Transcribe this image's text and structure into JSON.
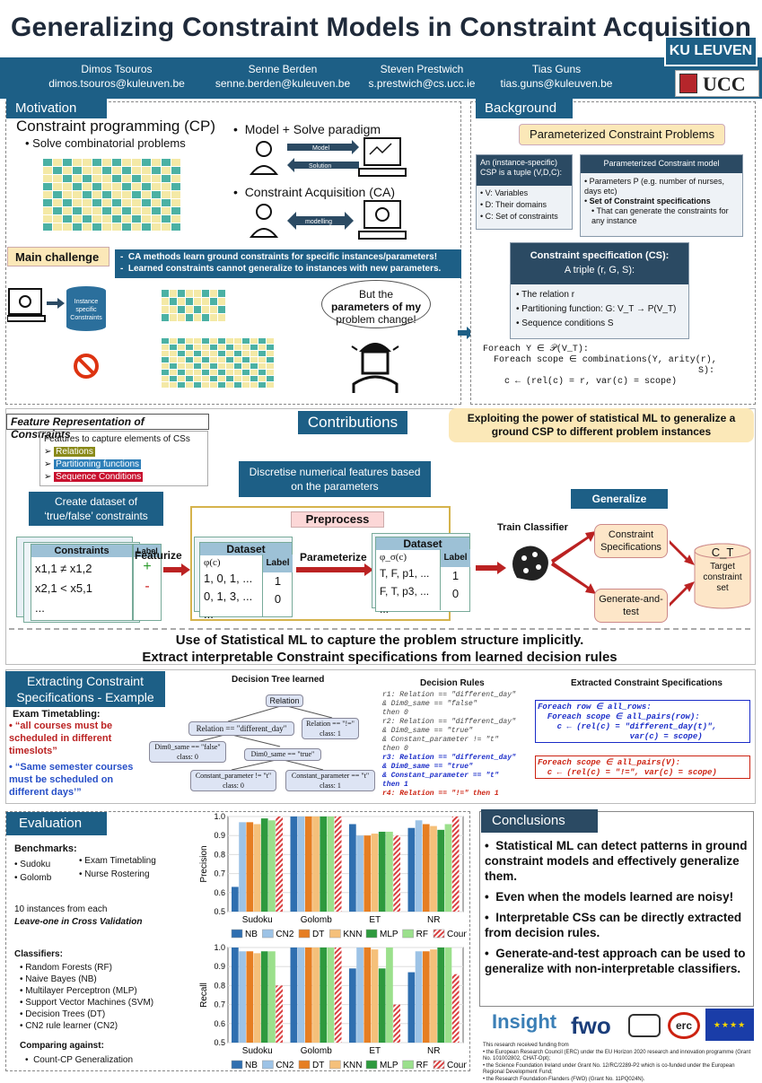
{
  "title": "Generalizing Constraint Models in Constraint Acquisition",
  "authors": [
    {
      "name": "Dimos Tsouros",
      "email": "dimos.tsouros@kuleuven.be"
    },
    {
      "name": "Senne Berden",
      "email": "senne.berden@kuleuven.be"
    },
    {
      "name": "Steven Prestwich",
      "email": "s.prestwich@cs.ucc.ie"
    },
    {
      "name": "Tias Guns",
      "email": "tias.guns@kuleuven.be"
    }
  ],
  "logos": {
    "kul": "KU LEUVEN",
    "ucc": "UCC",
    "insight": "Insight",
    "fwo": "fwo",
    "erc": "erc"
  },
  "motivation": {
    "heading": "Motivation",
    "cp_title": "Constraint programming (CP)",
    "cp_bullet": "Solve combinatorial problems",
    "paradigm": "Model + Solve paradigm",
    "model": "Model",
    "solution": "Solution",
    "ca": "Constraint Acquisition (CA)",
    "modelling": "modelling",
    "main_challenge": "Main challenge",
    "challenge_1": "CA methods learn ground constraints for specific instances/parameters!",
    "challenge_2": "Learned constraints cannot generalize to instances with new parameters.",
    "instance_db": "Instance specific Constraints",
    "speech": [
      "But the",
      "parameters of my",
      "problem change!"
    ],
    "speech_bold": "parameters"
  },
  "background": {
    "heading": "Background",
    "pcp": "Parameterized Constraint Problems",
    "csp_head": "An (instance-specific) CSP is a tuple (V,D,C):",
    "csp_items": [
      "V: Variables",
      "D: Their domains",
      "C: Set of constraints"
    ],
    "pcm_head": "Parameterized Constraint model",
    "pcm_items": [
      "Parameters P (e.g. number of nurses, days etc)",
      "Set of Constraint specifications"
    ],
    "pcm_sub": "That can generate the constraints for any instance",
    "cs_head": "Constraint specification (CS):",
    "cs_sub": "A triple (r, G, S):",
    "cs_items": [
      "The relation r",
      "Partitioning function: G: V_T → P(V_T)",
      "Sequence conditions S"
    ],
    "code": [
      "Foreach Y ∈ 𝒫(V_T):",
      "  Foreach scope ∈ combinations(Y, arity(r),",
      "                                        S):",
      "    c ← (rel(c) = r, var(c) = scope)"
    ]
  },
  "contributions": {
    "heading": "Contributions",
    "feat_title": "Feature Representation of Constraints",
    "feat_desc": "Features to capture elements of CSs",
    "feat_items": [
      "Relations",
      "Partitioning functions",
      "Sequence Conditions"
    ],
    "exploit": "Exploiting the power of statistical ML to generalize a ground CSP to different problem instances",
    "discretise": "Discretise numerical features based on the parameters",
    "create": "Create dataset of ‘true/false’ constraints",
    "constraints": "Constraints",
    "label": "Label",
    "c_rows": [
      [
        "x1,1 ≠ x1,2",
        "+"
      ],
      [
        "x2,1 < x5,1",
        "-"
      ],
      [
        "...",
        ""
      ]
    ],
    "featurize": "Featurize",
    "preprocess": "Preprocess",
    "dataset": "Dataset",
    "phi": "φ(c)",
    "phi_p": "φ_σ(c)",
    "ds_rows": [
      [
        "1, 0, 1, ...",
        "1"
      ],
      [
        "0, 1, 3, ...",
        "0"
      ],
      [
        "...",
        ""
      ]
    ],
    "parameterize": "Parameterize",
    "pds_rows": [
      [
        "T, F, p1, ...",
        "1"
      ],
      [
        "F, T, p3, ...",
        "0"
      ],
      [
        "...",
        ""
      ]
    ],
    "train": "Train Classifier",
    "generalize": "Generalize",
    "cspecs": "Constraint Specifications",
    "gentest": "Generate-and-test",
    "target": "C_T",
    "target_sub": "Target constraint set",
    "statement_1": "Use of Statistical ML to capture the problem structure implicitly.",
    "statement_2": "Extract interpretable  Constraint specifications from learned decision rules"
  },
  "extracting": {
    "heading": "Extracting Constraint Specifications - Example",
    "exam": "Exam Timetabling:",
    "q1": "“all courses must be scheduled in different timeslots”",
    "q2": "“Same semester courses must be scheduled on different days’”",
    "dt_title": "Decision Tree learned",
    "nodes": [
      "Relation",
      "Relation == \"different_day\"",
      "Relation == \"!=\"",
      "class: 1",
      "Dim0_same == \"false\"",
      "class: 0",
      "Dim0_same == \"true\"",
      "Constant_parameter != \"t\"",
      "class: 0",
      "Constant_parameter == \"t\"",
      "class: 1"
    ],
    "rules_title": "Decision Rules",
    "rules": [
      "r1: Relation == \"different_day\"",
      "& Dim0_same == \"false\"",
      "then 0",
      "r2: Relation == \"different_day\"",
      "& Dim0_same == \"true\"",
      "& Constant_parameter != \"t\"",
      "then 0",
      "r3: Relation == \"different_day\"",
      "& Dim0_same == \"true\"",
      "& Constant_parameter == \"t\"",
      "then 1",
      "r4: Relation == \"!=\" then 1"
    ],
    "spec_title": "Extracted Constraint Specifications",
    "spec1": [
      "Foreach row ∈ all_rows:",
      "  Foreach scope ∈ all_pairs(row):",
      "    c ← (rel(c) = \"different_day(t)\",",
      "                   var(c) = scope)"
    ],
    "spec2": [
      "Foreach scope ∈ all_pairs(V):",
      "  c ← (rel(c) = \"!=\", var(c) = scope)"
    ]
  },
  "evaluation": {
    "heading": "Evaluation",
    "bench": "Benchmarks:",
    "bench_items": [
      "Sudoku",
      "Golomb",
      "Exam Timetabling",
      "Nurse Rostering"
    ],
    "instances": "10 instances from each",
    "cv": "Leave-one in Cross Validation",
    "classifiers": "Classifiers:",
    "clf_items": [
      "Random Forests (RF)",
      "Naive Bayes (NB)",
      "Multilayer Perceptron (MLP)",
      "Support Vector Machines (SVM)",
      "Decision Trees (DT)",
      "CN2 rule learner (CN2)"
    ],
    "comparing": "Comparing against:",
    "cmp_item": "Count-CP Generalization"
  },
  "chart_data": [
    {
      "type": "bar",
      "ylabel": "Precision",
      "ylim": [
        0.5,
        1.0
      ],
      "categories": [
        "Sudoku",
        "Golomb",
        "ET",
        "NR"
      ],
      "series": [
        {
          "name": "NB",
          "values": [
            0.63,
            1.0,
            0.96,
            0.94
          ]
        },
        {
          "name": "CN2",
          "values": [
            0.97,
            1.0,
            0.9,
            0.98
          ]
        },
        {
          "name": "DT",
          "values": [
            0.97,
            1.0,
            0.9,
            0.96
          ]
        },
        {
          "name": "KNN",
          "values": [
            0.96,
            1.0,
            0.91,
            0.95
          ]
        },
        {
          "name": "MLP",
          "values": [
            0.99,
            1.0,
            0.92,
            0.93
          ]
        },
        {
          "name": "RF",
          "values": [
            0.98,
            1.0,
            0.92,
            0.96
          ]
        },
        {
          "name": "Count-CP",
          "values": [
            1.0,
            1.0,
            0.9,
            1.0
          ]
        }
      ],
      "yticks": [
        "0.5",
        "0.6",
        "0.7",
        "0.8",
        "0.9",
        "1.0"
      ]
    },
    {
      "type": "bar",
      "ylabel": "Recall",
      "ylim": [
        0.5,
        1.0
      ],
      "categories": [
        "Sudoku",
        "Golomb",
        "ET",
        "NR"
      ],
      "series": [
        {
          "name": "NB",
          "values": [
            1.0,
            1.0,
            0.89,
            0.87
          ]
        },
        {
          "name": "CN2",
          "values": [
            0.98,
            1.0,
            1.0,
            0.98
          ]
        },
        {
          "name": "DT",
          "values": [
            0.98,
            1.0,
            1.0,
            0.98
          ]
        },
        {
          "name": "KNN",
          "values": [
            0.97,
            1.0,
            0.99,
            0.99
          ]
        },
        {
          "name": "MLP",
          "values": [
            0.98,
            1.0,
            0.89,
            1.0
          ]
        },
        {
          "name": "RF",
          "values": [
            0.98,
            1.0,
            1.0,
            1.0
          ]
        },
        {
          "name": "Count-CP",
          "values": [
            0.8,
            1.0,
            0.7,
            0.86
          ]
        }
      ],
      "yticks": [
        "0.5",
        "0.6",
        "0.7",
        "0.8",
        "0.9",
        "1.0"
      ]
    }
  ],
  "colors": {
    "NB": "#2f6fb0",
    "CN2": "#9dc3e6",
    "DT": "#e67e22",
    "KNN": "#f5c07a",
    "MLP": "#2e9a3e",
    "RF": "#9be08c",
    "Count-CP": "#d94040"
  },
  "conclusions": {
    "heading": "Conclusions",
    "items": [
      "Statistical ML can detect patterns in ground constraint models and effectively generalize them.",
      "Even when the models learned are noisy!",
      "Interpretable CSs can be directly extracted from decision rules.",
      "Generate-and-test approach can be used to generalize with non-interpretable classifiers."
    ]
  },
  "funding": {
    "intro": "This research received funding from",
    "items": [
      "the European Research Council (ERC) under the EU Horizon 2020 research and innovation programme (Grant No. 101002802, CHAT-Opt);",
      "the Science Foundation Ireland under Grant No. 12/RC/2289-P2 which is co-funded under the European Regional Development Fund;",
      "the Research Foundation-Flanders (FWO) (Grant No. 11PQ024N)."
    ]
  }
}
